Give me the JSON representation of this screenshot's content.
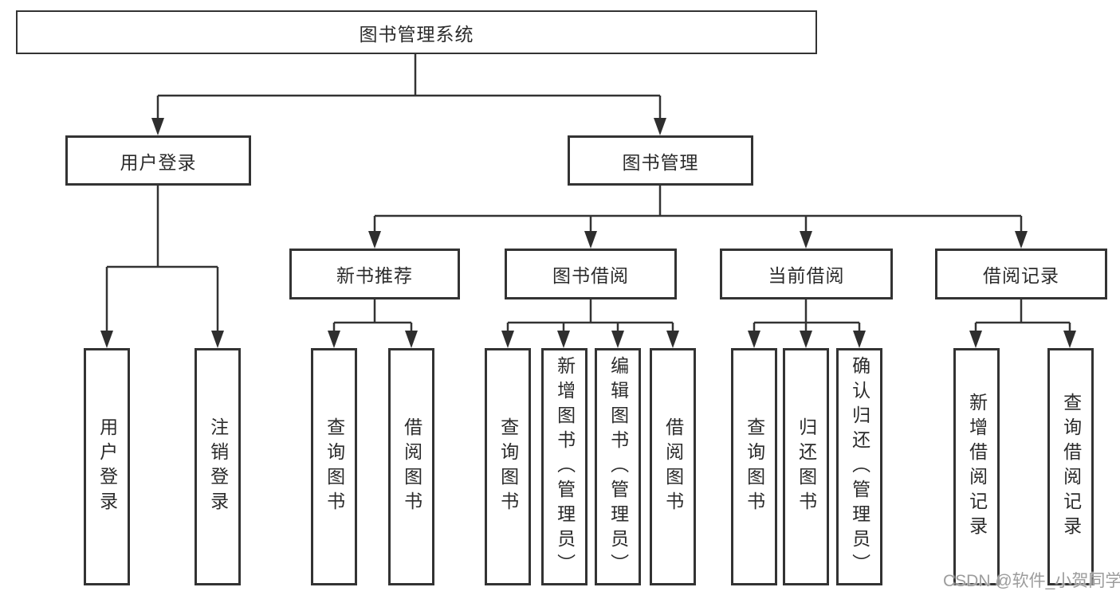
{
  "colors": {
    "line": "#333333",
    "box_border": "#333333",
    "box_fill": "#ffffff",
    "text": "#2b2b2b",
    "watermark": "#9c9c9c"
  },
  "watermark": {
    "text": "CSDN @软件_小贺同学"
  },
  "nodes": {
    "root": {
      "label": "图书管理系统"
    },
    "user_login": {
      "label": "用户登录"
    },
    "book_management": {
      "label": "图书管理"
    },
    "new_book_recommend": {
      "label": "新书推荐"
    },
    "book_borrowing": {
      "label": "图书借阅"
    },
    "current_borrowing": {
      "label": "当前借阅"
    },
    "borrowing_records": {
      "label": "借阅记录"
    },
    "leaf_user_login": {
      "label": "用户登录"
    },
    "leaf_logout": {
      "label": "注销登录"
    },
    "leaf_query_books_recommend": {
      "label": "查询图书"
    },
    "leaf_borrow_books_recommend": {
      "label": "借阅图书"
    },
    "leaf_query_books_borrowing": {
      "label": "查询图书"
    },
    "leaf_add_books_admin": {
      "label": "新增图书（管理员）"
    },
    "leaf_edit_books_admin": {
      "label": "编辑图书（管理员）"
    },
    "leaf_borrow_books_borrowing": {
      "label": "借阅图书"
    },
    "leaf_query_books_current": {
      "label": "查询图书"
    },
    "leaf_return_books": {
      "label": "归还图书"
    },
    "leaf_confirm_return_admin": {
      "label": "确认归还（管理员）"
    },
    "leaf_add_borrow_record": {
      "label": "新增借阅记录"
    },
    "leaf_query_borrow_record": {
      "label": "查询借阅记录"
    }
  },
  "hierarchy": {
    "root": [
      "user_login",
      "book_management"
    ],
    "user_login": [
      "leaf_user_login",
      "leaf_logout"
    ],
    "book_management": [
      "new_book_recommend",
      "book_borrowing",
      "current_borrowing",
      "borrowing_records"
    ],
    "new_book_recommend": [
      "leaf_query_books_recommend",
      "leaf_borrow_books_recommend"
    ],
    "book_borrowing": [
      "leaf_query_books_borrowing",
      "leaf_add_books_admin",
      "leaf_edit_books_admin",
      "leaf_borrow_books_borrowing"
    ],
    "current_borrowing": [
      "leaf_query_books_current",
      "leaf_return_books",
      "leaf_confirm_return_admin"
    ],
    "borrowing_records": [
      "leaf_add_borrow_record",
      "leaf_query_borrow_record"
    ]
  }
}
